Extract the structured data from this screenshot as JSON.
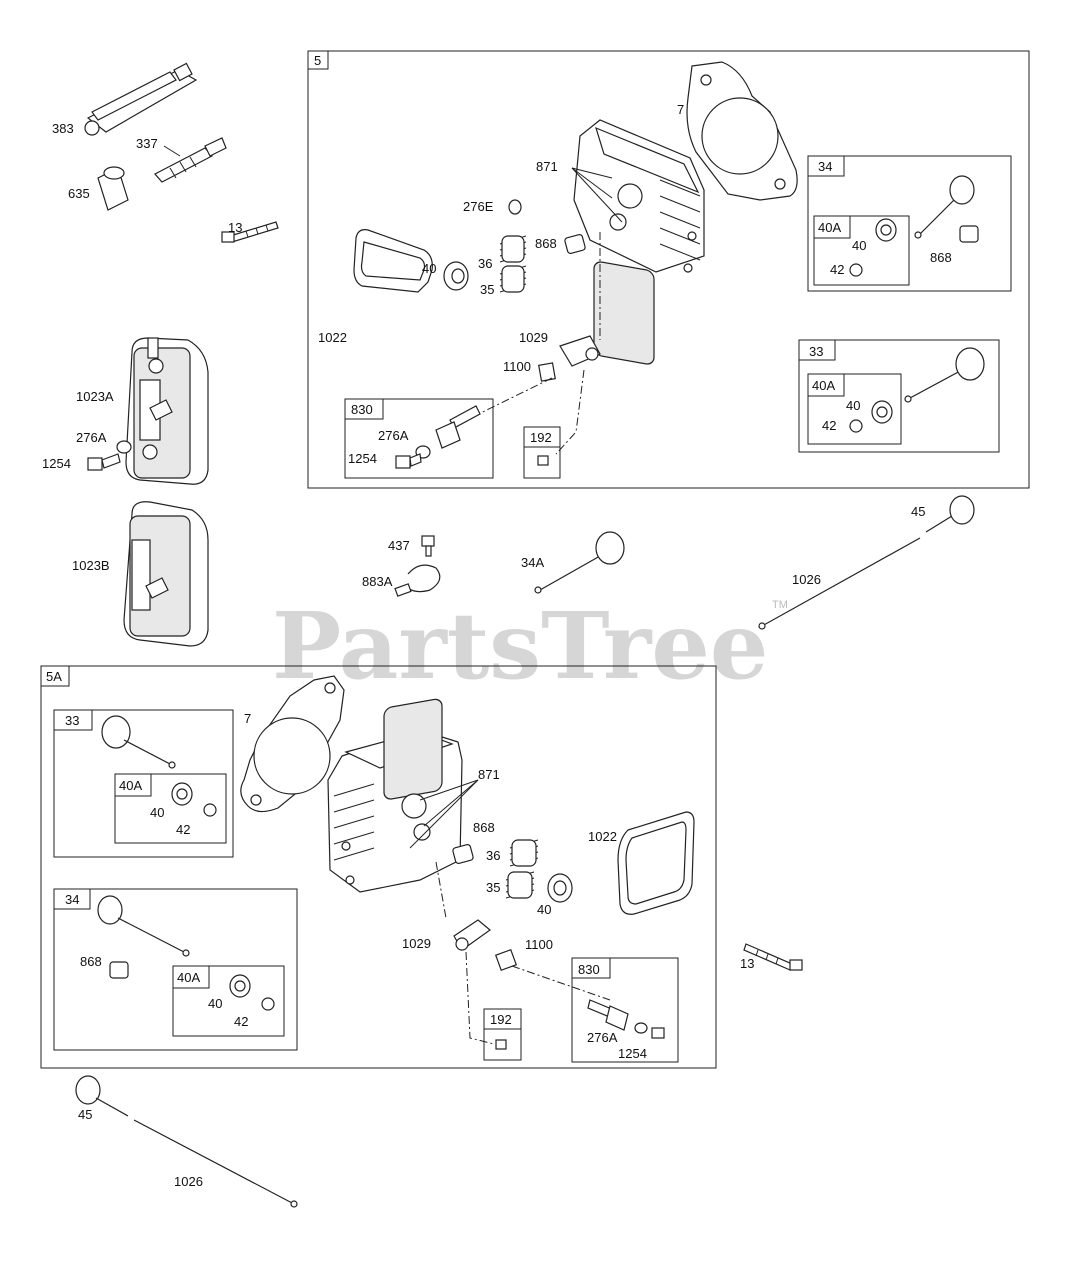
{
  "watermark": {
    "text": "PartsTree",
    "tm": "TM"
  },
  "groups": {
    "g5": "5",
    "g5a": "5A",
    "g34_top": "34",
    "g40a_top34": "40A",
    "g33_top": "33",
    "g40a_top33": "40A",
    "g830_top": "830",
    "g192_top": "192",
    "g33_bot": "33",
    "g40a_bot33": "40A",
    "g34_bot": "34",
    "g40a_bot34": "40A",
    "g830_bot": "830",
    "g192_bot": "192"
  },
  "labels": {
    "l383": "383",
    "l337": "337",
    "l635": "635",
    "l13a": "13",
    "l1023a": "1023A",
    "l276a_l": "276A",
    "l1254_l": "1254",
    "l1023b": "1023B",
    "l7a": "7",
    "l871a": "871",
    "l276e": "276E",
    "l868a": "868",
    "l40a": "40",
    "l36a": "36",
    "l35a": "35",
    "l1022a": "1022",
    "l1029a": "1029",
    "l1100a": "1100",
    "l276a_t": "276A",
    "l1254_t": "1254",
    "l40_t34": "40",
    "l42_t34": "42",
    "l868_t34": "868",
    "l40_t33": "40",
    "l42_t33": "42",
    "l437": "437",
    "l883a": "883A",
    "l34a": "34A",
    "l45a": "45",
    "l1026a": "1026",
    "l7b": "7",
    "l871b": "871",
    "l868b": "868",
    "l36b": "36",
    "l35b": "35",
    "l40b": "40",
    "l1022b": "1022",
    "l1029b": "1029",
    "l1100b": "1100",
    "l40_b33": "40",
    "l42_b33": "42",
    "l868_b34": "868",
    "l40_b34": "40",
    "l42_b34": "42",
    "l276a_b": "276A",
    "l1254_b": "1254",
    "l13b": "13",
    "l45b": "45",
    "l1026b": "1026"
  }
}
